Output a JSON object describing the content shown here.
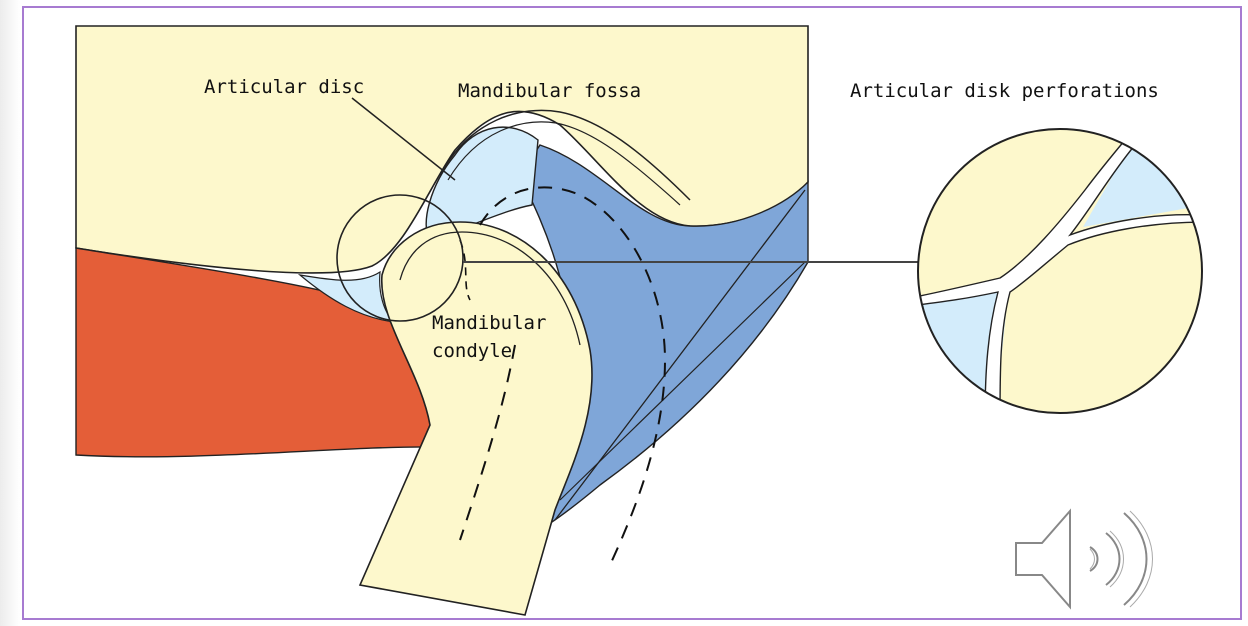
{
  "diagram": {
    "labels": {
      "articular_disc": "Articular disc",
      "mandibular_fossa": "Mandibular fossa",
      "disk_perforations": "Articular disk perforations",
      "mandibular_condyle_line1": "Mandibular",
      "mandibular_condyle_line2": "condyle"
    },
    "colors": {
      "bone": "#fdf8cc",
      "disc": "#d3ecfb",
      "soft_tissue": "#7fa6d8",
      "muscle": "#e45e38",
      "frame": "#a77bd1"
    }
  },
  "controls": {
    "audio_icon": "speaker-icon"
  }
}
